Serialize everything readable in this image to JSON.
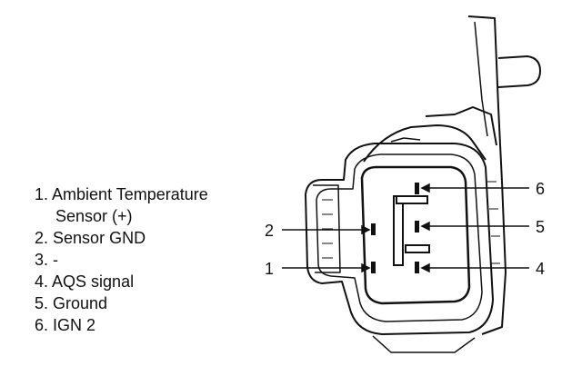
{
  "legend": {
    "items": [
      {
        "number": "1.",
        "text": "Ambient Temperature"
      },
      {
        "number": "",
        "text": "Sensor (+)"
      },
      {
        "number": "2.",
        "text": "Sensor GND"
      },
      {
        "number": "3.",
        "text": "-"
      },
      {
        "number": "4.",
        "text": "AQS signal"
      },
      {
        "number": "5.",
        "text": "Ground"
      },
      {
        "number": "6.",
        "text": "IGN 2"
      }
    ]
  },
  "callouts": {
    "pin1": "1",
    "pin2": "2",
    "pin4": "4",
    "pin5": "5",
    "pin6": "6"
  },
  "colors": {
    "ink": "#111111",
    "paper": "#ffffff"
  }
}
